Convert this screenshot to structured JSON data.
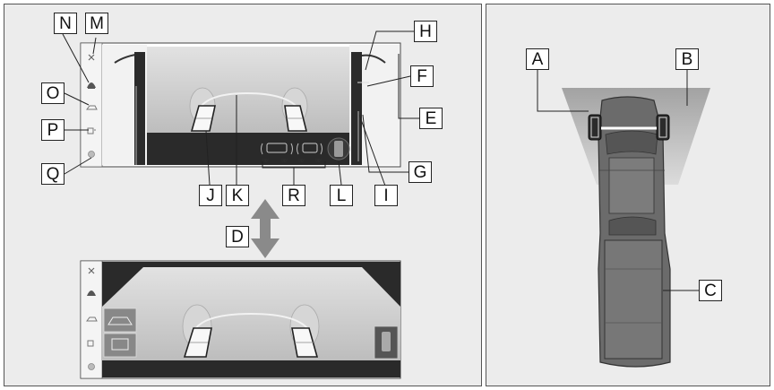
{
  "callouts": {
    "A": "A",
    "B": "B",
    "C": "C",
    "D": "D",
    "E": "E",
    "F": "F",
    "G": "G",
    "H": "H",
    "I": "I",
    "J": "J",
    "K": "K",
    "L": "L",
    "M": "M",
    "N": "N",
    "O": "O",
    "P": "P",
    "Q": "Q",
    "R": "R"
  },
  "colors": {
    "panel_bg": "#ececec",
    "screen_dark": "#2a2a2a",
    "camera_view": "#c9c9c9",
    "guide_line": "#f0f0f0",
    "arrow_gray": "#888888"
  },
  "icons": {
    "close": "close-icon",
    "camera": "camera-icon",
    "vehicle_side": "vehicle-side-icon",
    "vehicle_front": "vehicle-front-icon",
    "settings": "settings-icon"
  }
}
